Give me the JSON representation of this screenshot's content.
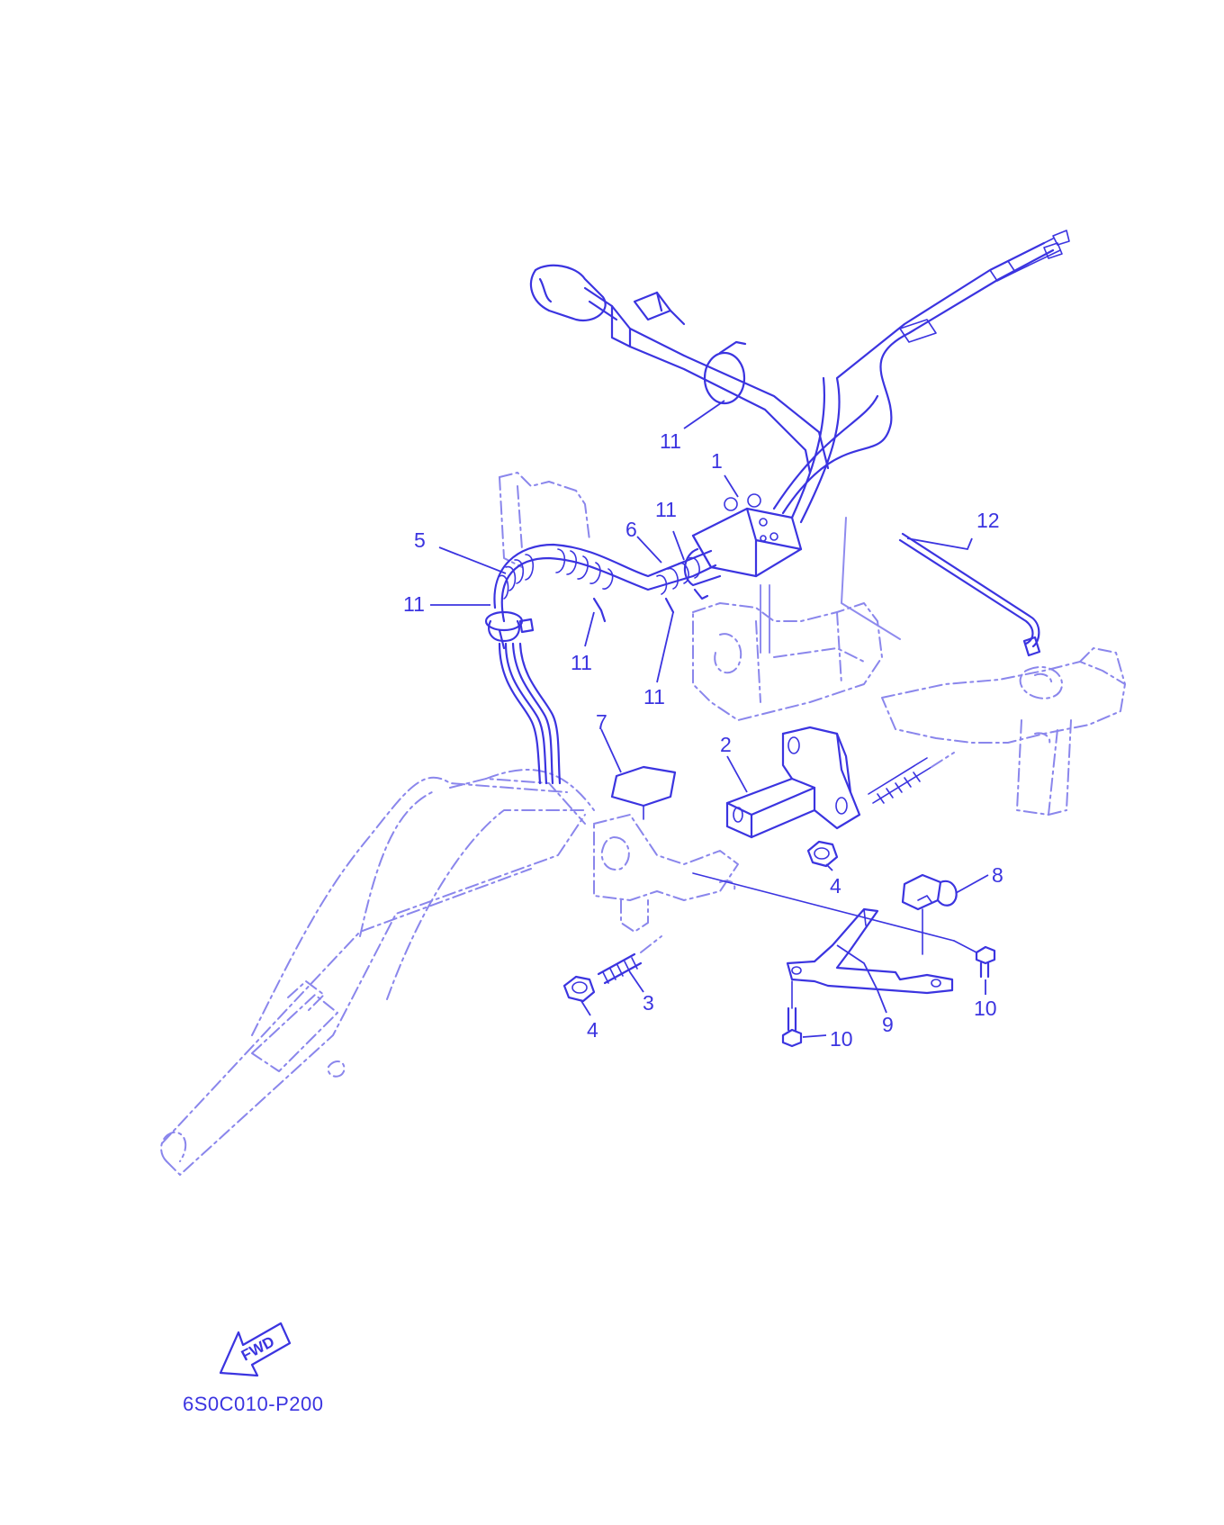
{
  "diagram": {
    "part_code": "6S0C010-P200",
    "direction_label": "FWD",
    "callouts": [
      "11",
      "1",
      "11",
      "12",
      "6",
      "5",
      "11",
      "11",
      "11",
      "7",
      "2",
      "4",
      "8",
      "3",
      "4",
      "9",
      "10",
      "10"
    ],
    "colors": {
      "line": "#3b34e0",
      "ghost": "#8a86ec",
      "background": "#ffffff"
    }
  }
}
